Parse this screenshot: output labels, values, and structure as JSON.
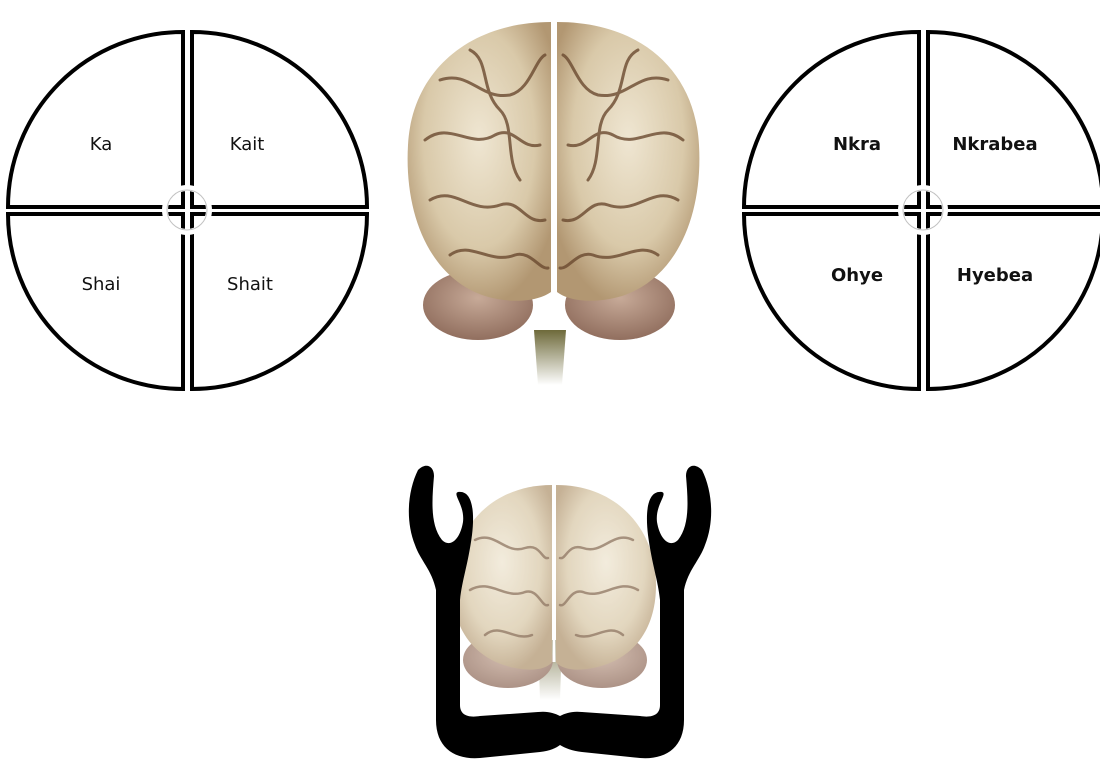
{
  "left_circle": {
    "quadrants": {
      "top_left": "Ka",
      "top_right": "Kait",
      "bottom_left": "Shai",
      "bottom_right": "Shait"
    }
  },
  "right_circle": {
    "quadrants": {
      "top_left": "Nkra",
      "top_right": "Nkrabea",
      "bottom_left": "Ohye",
      "bottom_right": "Hyebea"
    }
  },
  "images": {
    "brain_top": "brain-illustration",
    "brain_bottom": "brain-illustration-faded",
    "symbol_bottom": "ka-arms-symbol"
  },
  "colors": {
    "stroke": "#000000",
    "brain_light": "#e6dcc4",
    "brain_shadow": "#7a5a3c",
    "cerebellum": "#a88676"
  }
}
